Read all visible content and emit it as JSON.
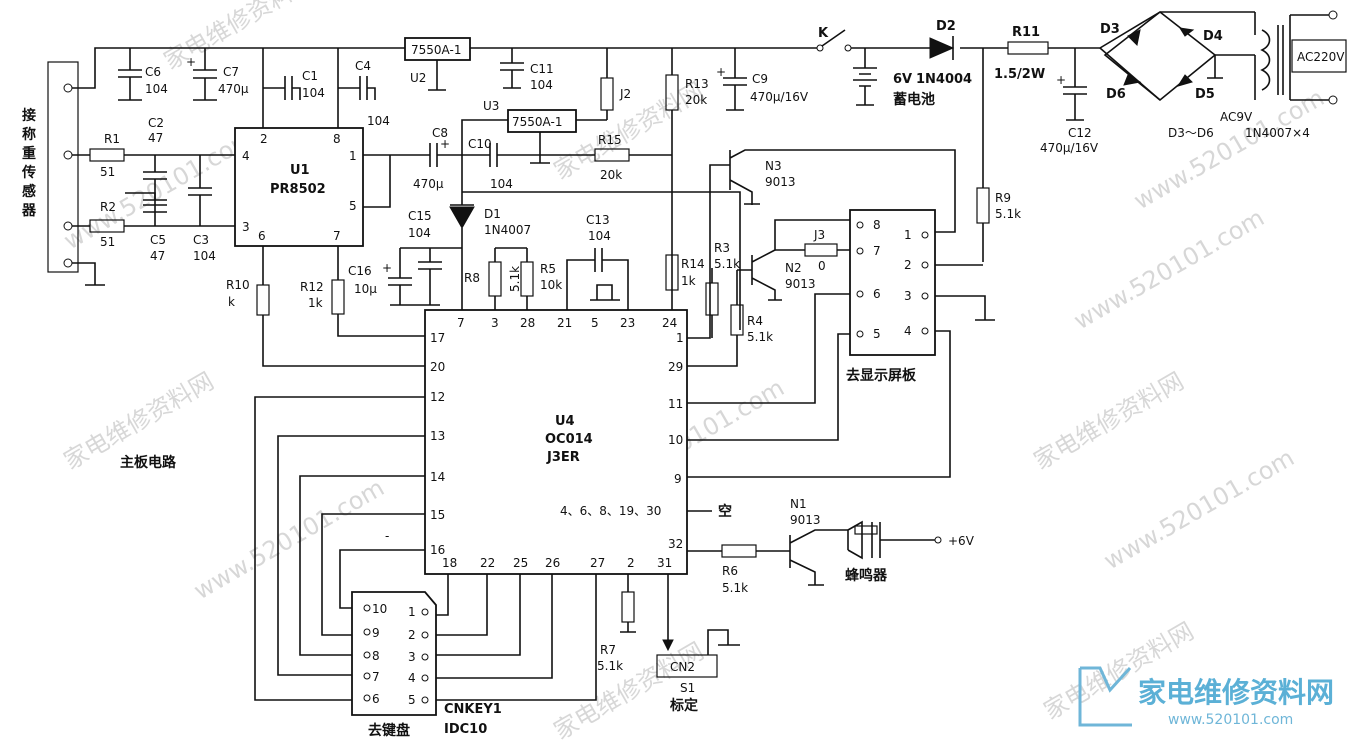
{
  "chips": {
    "u1": {
      "ref": "U1",
      "part": "PR8502",
      "pins": [
        "2",
        "8",
        "4",
        "1",
        "3",
        "5",
        "6",
        "7"
      ]
    },
    "u4": {
      "ref": "U4",
      "part1": "OC014",
      "part2": "J3ER",
      "pins_top": [
        "7",
        "3",
        "28",
        "21",
        "5",
        "23",
        "24"
      ],
      "pins_left": [
        "17",
        "20",
        "12",
        "13",
        "14",
        "15",
        "16"
      ],
      "pins_right": [
        "1",
        "29",
        "11",
        "10",
        "9",
        "32"
      ],
      "pins_bottom": [
        "18",
        "22",
        "25",
        "26",
        "27",
        "2",
        "31"
      ],
      "nc_pins": "4、6、8、19、30",
      "nc_label": "空"
    },
    "u2": {
      "ref": "U2",
      "part": "7550A-1"
    },
    "u3": {
      "ref": "U3",
      "part": "7550A-1"
    }
  },
  "components": {
    "c6": {
      "ref": "C6",
      "val": "104"
    },
    "c7": {
      "ref": "C7",
      "val": "470μ"
    },
    "c1": {
      "ref": "C1",
      "val": "104"
    },
    "c4": {
      "ref": "C4",
      "val": "104"
    },
    "c11": {
      "ref": "C11",
      "val": "104"
    },
    "c9": {
      "ref": "C9",
      "val": "470μ/16V"
    },
    "c12": {
      "ref": "C12",
      "val": "470μ/16V"
    },
    "c8": {
      "ref": "C8",
      "val": "470μ"
    },
    "c10": {
      "ref": "C10",
      "val": "104"
    },
    "c15": {
      "ref": "C15",
      "val": "104"
    },
    "c13": {
      "ref": "C13",
      "val": "104"
    },
    "c16": {
      "ref": "C16",
      "val": "10μ"
    },
    "c2": {
      "ref": "C2",
      "val": "47"
    },
    "c5": {
      "ref": "C5",
      "val": "47"
    },
    "c3": {
      "ref": "C3",
      "val": "104"
    },
    "r1": {
      "ref": "R1",
      "val": "51"
    },
    "r2": {
      "ref": "R2",
      "val": "51"
    },
    "r10": {
      "ref": "R10",
      "val": "k"
    },
    "r12": {
      "ref": "R12",
      "val": "1k"
    },
    "r8": {
      "ref": "R8",
      "val": "5.1k"
    },
    "r5": {
      "ref": "R5",
      "val": "10k"
    },
    "r13": {
      "ref": "R13",
      "val": "20k"
    },
    "r14": {
      "ref": "R14",
      "val": "1k"
    },
    "r15": {
      "ref": "R15",
      "val": "20k"
    },
    "r3": {
      "ref": "R3",
      "val": "5.1k"
    },
    "r4": {
      "ref": "R4",
      "val": "5.1k"
    },
    "r6": {
      "ref": "R6",
      "val": "5.1k"
    },
    "r7": {
      "ref": "R7",
      "val": "5.1k"
    },
    "r9": {
      "ref": "R9",
      "val": "5.1k"
    },
    "r11": {
      "ref": "R11",
      "val": "1.5/2W"
    },
    "d1": {
      "ref": "D1",
      "val": "1N4007"
    },
    "d2": {
      "ref": "D2",
      "val": "1N4004"
    },
    "n1": {
      "ref": "N1",
      "val": "9013"
    },
    "n2": {
      "ref": "N2",
      "val": "9013"
    },
    "n3": {
      "ref": "N3",
      "val": "9013"
    },
    "j2": {
      "ref": "J2"
    },
    "j3": {
      "ref": "J3",
      "val": "0"
    },
    "k": {
      "ref": "K"
    },
    "battery": {
      "volt": "6V",
      "name": "蓄电池"
    },
    "bridge": {
      "d3": "D3",
      "d4": "D4",
      "d5": "D5",
      "d6": "D6",
      "note1": "D3～D6",
      "note2": "1N4007×4"
    },
    "ac9v": "AC9V",
    "ac220v": "AC220V",
    "buzzer": {
      "name": "蜂鸣器",
      "supply": "+6V"
    },
    "cn2": {
      "ref": "CN2",
      "sw": "S1",
      "name": "标定"
    },
    "cnkey": {
      "ref": "CNKEY1",
      "type": "IDC10",
      "pins_right": [
        "1",
        "2",
        "3",
        "4",
        "5"
      ],
      "pins_left": [
        "10",
        "9",
        "8",
        "7",
        "6"
      ],
      "name": "去键盘"
    },
    "disp": {
      "pins_left": [
        "8",
        "7",
        "6",
        "5"
      ],
      "pins_right": [
        "1",
        "2",
        "3",
        "4"
      ],
      "name": "去显示屏板"
    }
  },
  "labels": {
    "sensor": [
      "接",
      "称",
      "重",
      "传",
      "感",
      "器"
    ],
    "board": "主板电路",
    "dash": "-"
  },
  "watermark": {
    "text1": "家电维修资料网",
    "text2": "www.520101.com",
    "logo_text": "家电维修资料网",
    "logo_url": "www.520101.com"
  }
}
